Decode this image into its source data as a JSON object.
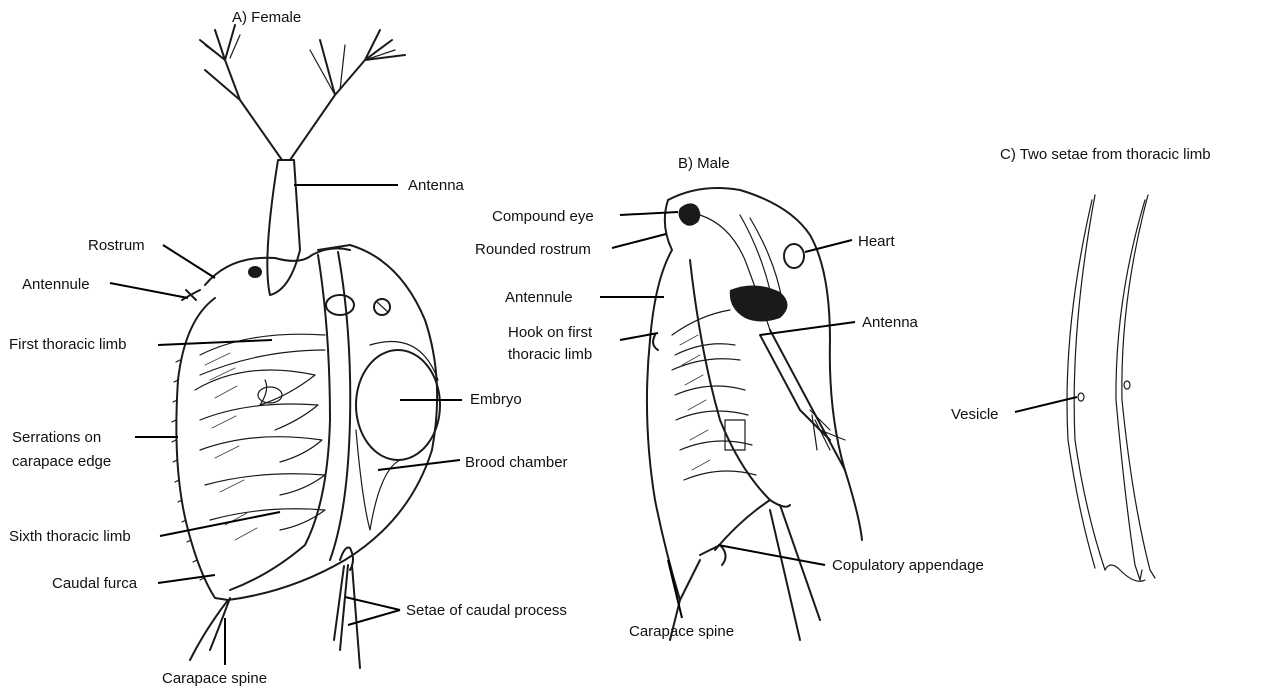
{
  "panels": {
    "female": {
      "title": "A) Female"
    },
    "male": {
      "title": "B) Male"
    },
    "setae": {
      "title": "C) Two setae from thoracic limb"
    }
  },
  "labels": {
    "female": {
      "antenna": "Antenna",
      "rostrum": "Rostrum",
      "antennule": "Antennule",
      "first_thoracic_limb": "First thoracic limb",
      "embryo": "Embryo",
      "serrations_line1": "Serrations on",
      "serrations_line2": "carapace edge",
      "brood_chamber": "Brood chamber",
      "sixth_thoracic_limb": "Sixth thoracic limb",
      "caudal_furca": "Caudal furca",
      "setae_caudal_process": "Setae of caudal process",
      "carapace_spine": "Carapace spine"
    },
    "male": {
      "compound_eye": "Compound eye",
      "rounded_rostrum": "Rounded rostrum",
      "heart": "Heart",
      "antennule": "Antennule",
      "antenna": "Antenna",
      "hook_line1": "Hook on first",
      "hook_line2": "thoracic limb",
      "copulatory_appendage": "Copulatory appendage",
      "carapace_spine": "Carapace spine"
    },
    "setae": {
      "vesicle": "Vesicle"
    }
  }
}
